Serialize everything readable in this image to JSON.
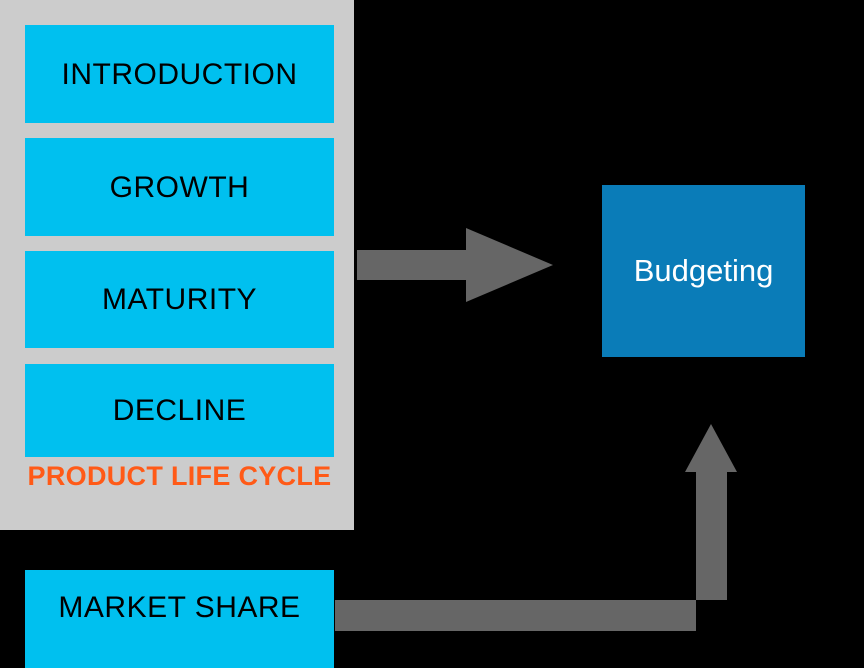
{
  "diagram": {
    "title_caption": "PRODUCT LIFE CYCLE",
    "product_life_cycle": {
      "panel_name": "product-life-cycle-panel",
      "panel_color": "#cccccc",
      "stage_color": "#00c0ef",
      "caption_color": "#ff5a17",
      "stages": [
        {
          "label": "INTRODUCTION"
        },
        {
          "label": "GROWTH"
        },
        {
          "label": "MATURITY"
        },
        {
          "label": "DECLINE"
        }
      ]
    },
    "market_share": {
      "label": "MARKET SHARE",
      "color": "#00c0ef"
    },
    "budgeting": {
      "label": "Budgeting",
      "color": "#0a7cb8",
      "text_color": "#ffffff"
    },
    "connectors": [
      {
        "name": "product-life-cycle-to-budgeting-arrow",
        "icon": "right-arrow-icon",
        "from": "PRODUCT LIFE CYCLE",
        "to": "Budgeting",
        "direction": "right",
        "color": "#666666"
      },
      {
        "name": "market-share-to-budgeting-arrow",
        "icon": "elbow-up-arrow-icon",
        "from": "MARKET SHARE",
        "to": "Budgeting",
        "direction": "right-then-up",
        "color": "#666666"
      }
    ],
    "background_color": "#000000"
  }
}
